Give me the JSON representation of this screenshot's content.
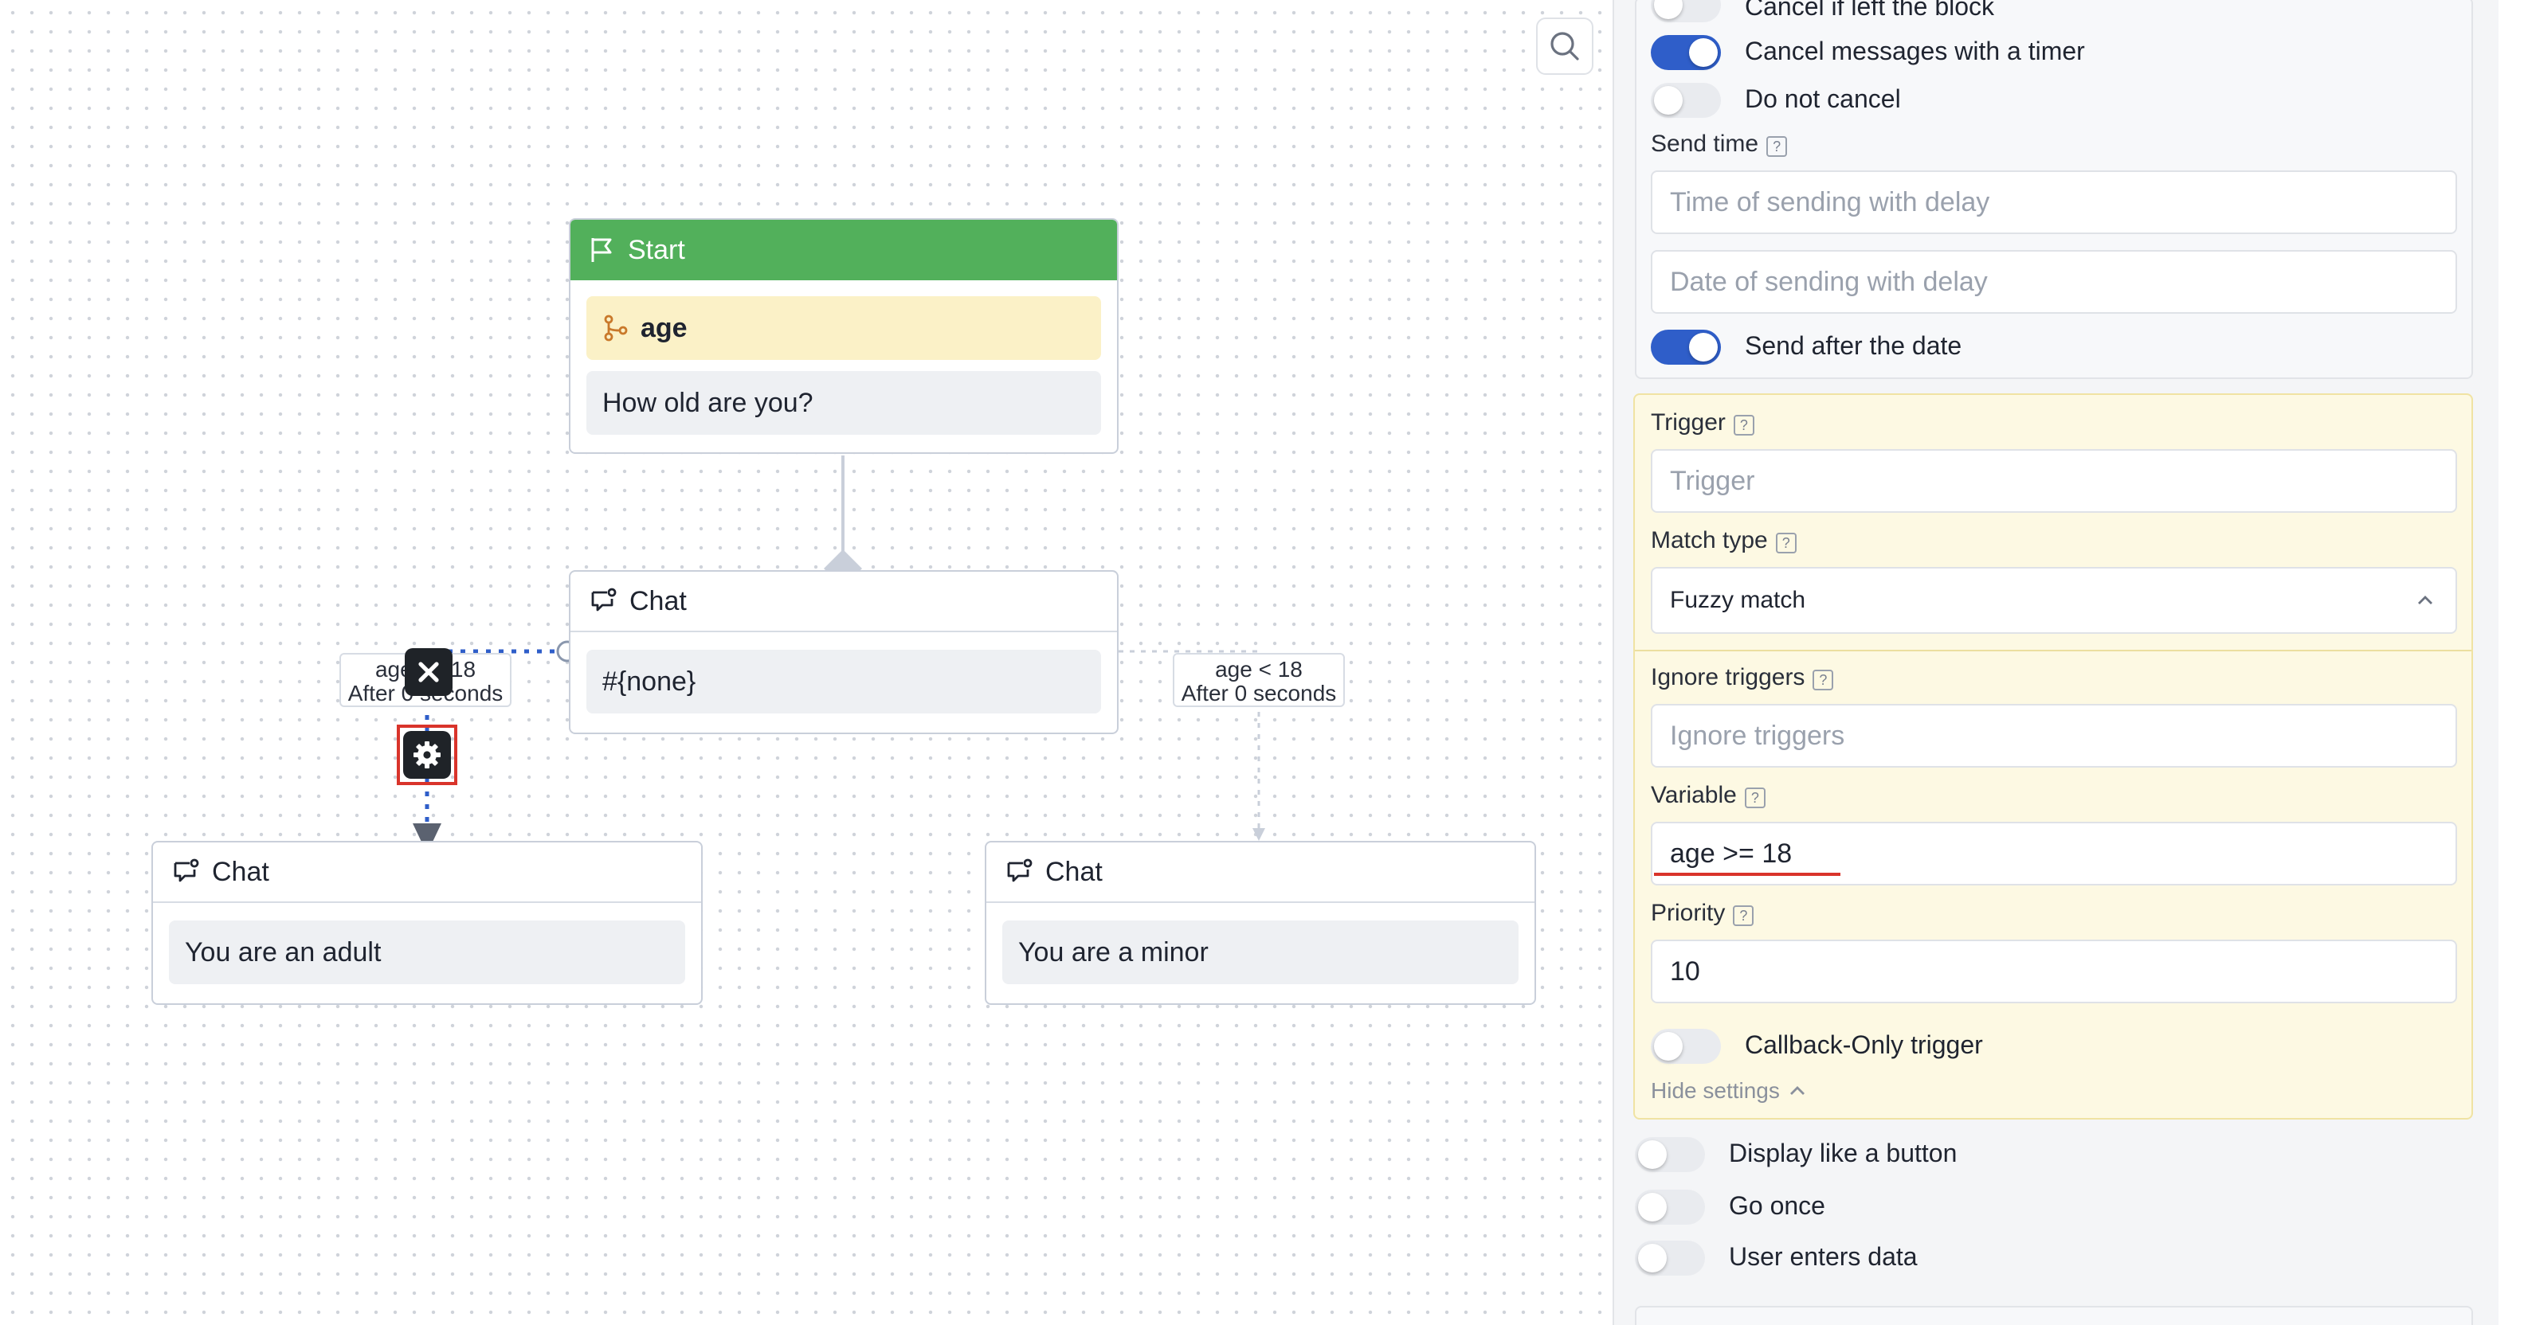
{
  "canvas": {
    "search_icon": "search-icon",
    "nodes": {
      "start": {
        "title": "Start",
        "icon": "flag-icon",
        "condition": "age",
        "condition_icon": "branch-icon",
        "message": "How old are you?"
      },
      "chat_middle": {
        "title": "Chat",
        "icon": "chat-icon",
        "message": "#{none}"
      },
      "chat_adult": {
        "title": "Chat",
        "icon": "chat-icon",
        "message": "You are an adult"
      },
      "chat_minor": {
        "title": "Chat",
        "icon": "chat-icon",
        "message": "You are a minor"
      }
    },
    "edges": {
      "left_label_line1": "age >= 18",
      "left_label_line2": "After 0 seconds",
      "right_label_line1": "age < 18",
      "right_label_line2": "After 0 seconds"
    },
    "edge_controls": {
      "delete_icon": "close-icon",
      "settings_icon": "gear-icon"
    }
  },
  "panel": {
    "cancel_if_left": {
      "label": "Cancel if left the block",
      "on": false
    },
    "cancel_with_timer": {
      "label": "Cancel messages with a timer",
      "on": true
    },
    "do_not_cancel": {
      "label": "Do not cancel",
      "on": false
    },
    "send_time_label": "Send time",
    "time_placeholder": "Time of sending with delay",
    "date_placeholder": "Date of sending with delay",
    "send_after_date": {
      "label": "Send after the date",
      "on": true
    },
    "trigger_label": "Trigger",
    "trigger_placeholder": "Trigger",
    "match_type_label": "Match type",
    "match_type_value": "Fuzzy match",
    "ignore_triggers_label": "Ignore triggers",
    "ignore_triggers_placeholder": "Ignore triggers",
    "variable_label": "Variable",
    "variable_value": "age >= 18",
    "priority_label": "Priority",
    "priority_value": "10",
    "callback_only": {
      "label": "Callback-Only trigger",
      "on": false
    },
    "hide_settings": "Hide settings",
    "display_like_button": {
      "label": "Display like a button",
      "on": false
    },
    "go_once": {
      "label": "Go once",
      "on": false
    },
    "user_enters_data": {
      "label": "User enters data",
      "on": false
    },
    "help_mark": "?",
    "accent_color": "#2f5ec9"
  }
}
